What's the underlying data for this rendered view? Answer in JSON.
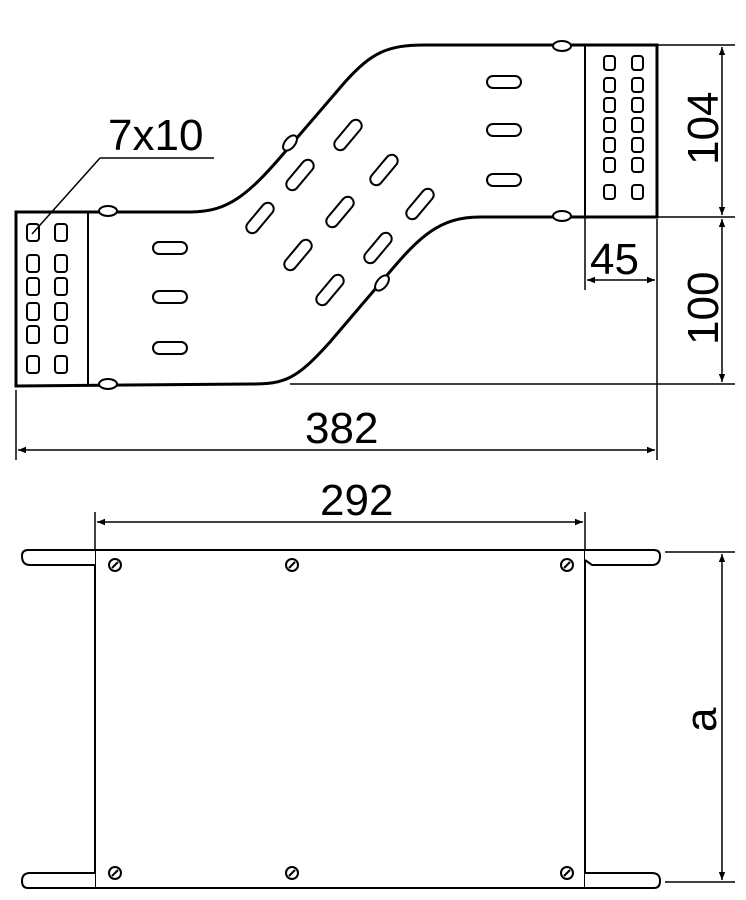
{
  "labels": {
    "hole_size": "7x10",
    "height_right": "104",
    "height_left": "100",
    "flange_width": "45",
    "total_length": "382",
    "cover_length": "292",
    "width_variable": "a"
  },
  "colors": {
    "line": "#000000",
    "background": "#ffffff"
  }
}
